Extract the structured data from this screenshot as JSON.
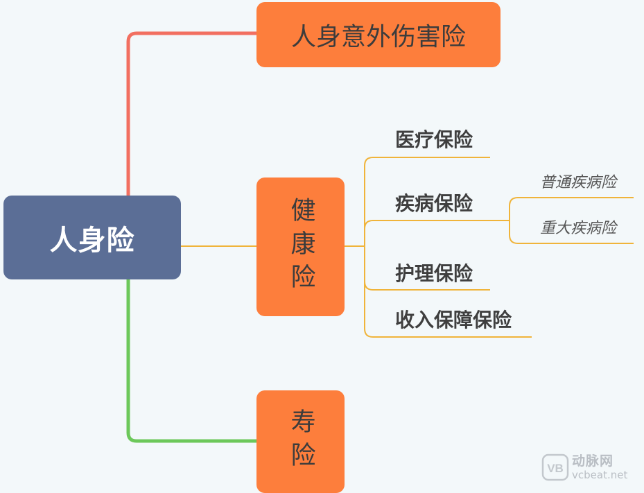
{
  "diagram": {
    "root": {
      "label": "人身险"
    },
    "branches": {
      "accident": {
        "label": "人身意外伤害险"
      },
      "health": {
        "label": "健康险",
        "children": {
          "medical": {
            "label": "医疗保险"
          },
          "illness": {
            "label": "疾病保险",
            "children": {
              "common": {
                "label": "普通疾病险"
              },
              "critical": {
                "label": "重大疾病险"
              }
            }
          },
          "nursing": {
            "label": "护理保险"
          },
          "income": {
            "label": "收入保障保险"
          }
        }
      },
      "life": {
        "label": "寿险"
      }
    }
  },
  "colors": {
    "background": "#f3f8fa",
    "root_fill": "#5b6e96",
    "node_fill": "#fd7e3c",
    "line_accident": "#f26f60",
    "line_health": "#f0b43a",
    "line_life": "#6cc85a"
  },
  "watermark": {
    "logo_text": "VB",
    "name_cn": "动脉网",
    "domain": "vcbeat.net"
  }
}
